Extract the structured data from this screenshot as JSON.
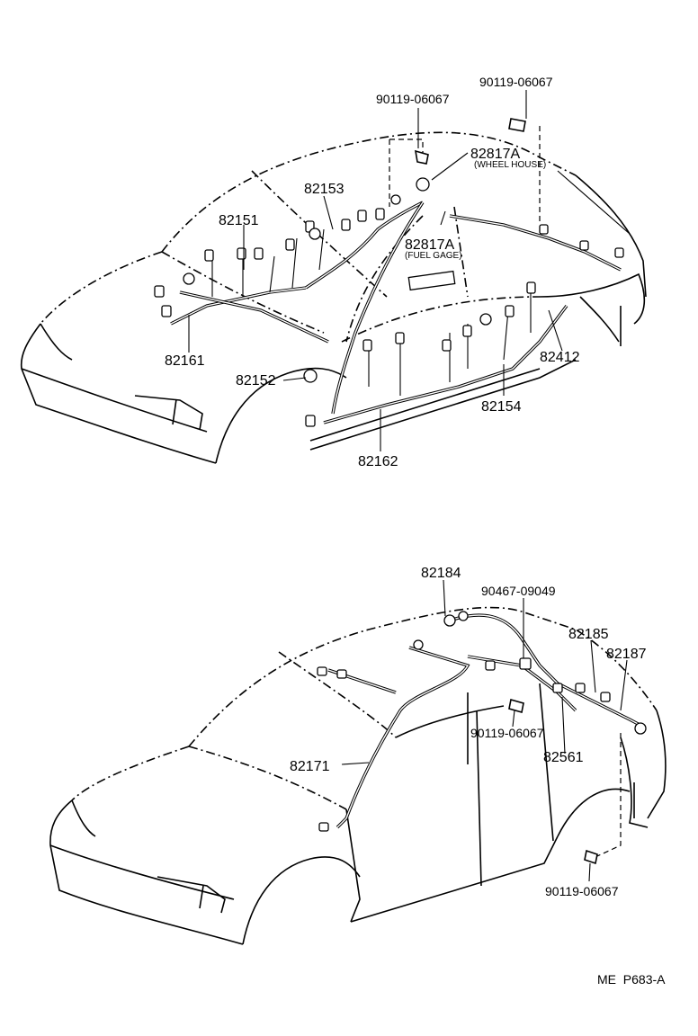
{
  "top_diagram": {
    "labels": {
      "p82151": "82151",
      "p82153": "82153",
      "p82161": "82161",
      "p82152": "82152",
      "p82162": "82162",
      "p82154": "82154",
      "p82412": "82412",
      "p82817a_wheel": "82817A",
      "wheel_house_note": "(WHEEL HOUSE)",
      "p82817a_fuel": "82817A",
      "fuel_gage_note": "(FUEL GAGE)",
      "bolt_left": "90119-06067",
      "bolt_right": "90119-06067"
    }
  },
  "bottom_diagram": {
    "labels": {
      "p82184": "82184",
      "clip": "90467-09049",
      "p82185": "82185",
      "p82187": "82187",
      "p82171": "82171",
      "bolt_mid": "90119-06067",
      "p82561": "82561",
      "bolt_low": "90119-06067"
    }
  },
  "figure_code": "ME  P683-A"
}
